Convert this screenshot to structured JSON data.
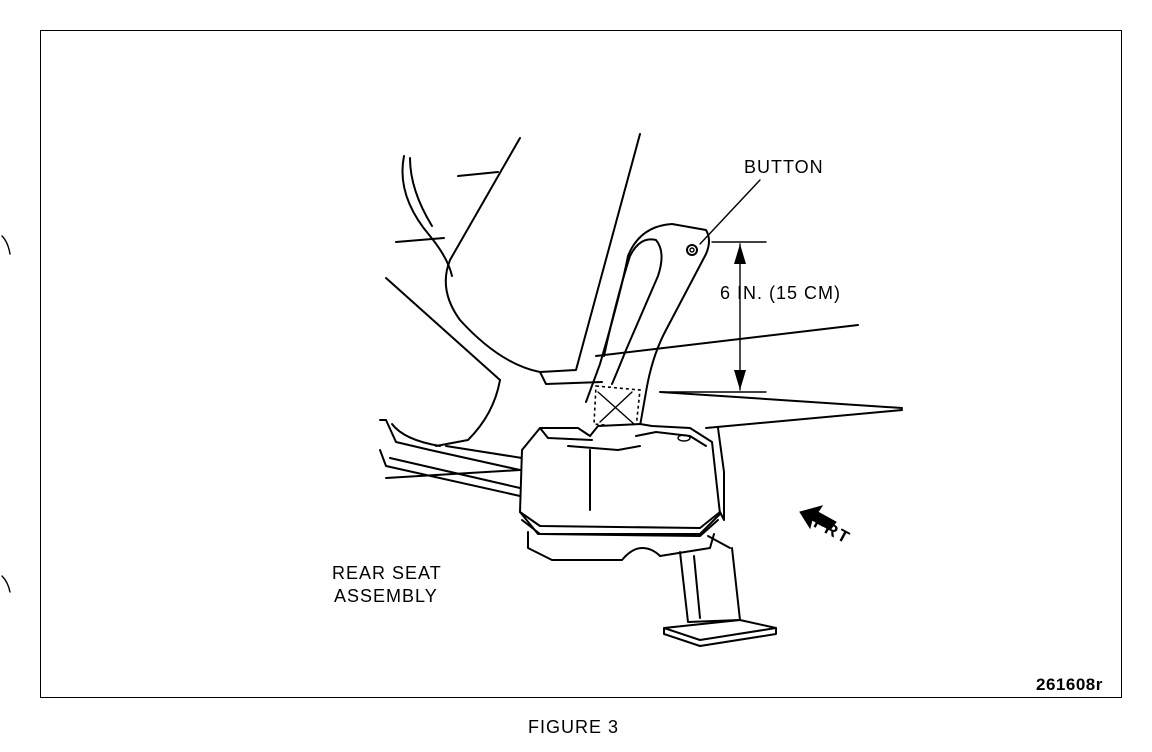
{
  "labels": {
    "button": "BUTTON",
    "dimension": "6 IN. (15 CM)",
    "rear_seat_line1": "REAR SEAT",
    "rear_seat_line2": "ASSEMBLY",
    "front_direction": "FRT",
    "drawing_number": "261608r",
    "caption": "FIGURE 3"
  },
  "icons": {
    "front_arrow": "arrow-icon"
  },
  "colors": {
    "ink": "#000000",
    "paper": "#ffffff"
  }
}
